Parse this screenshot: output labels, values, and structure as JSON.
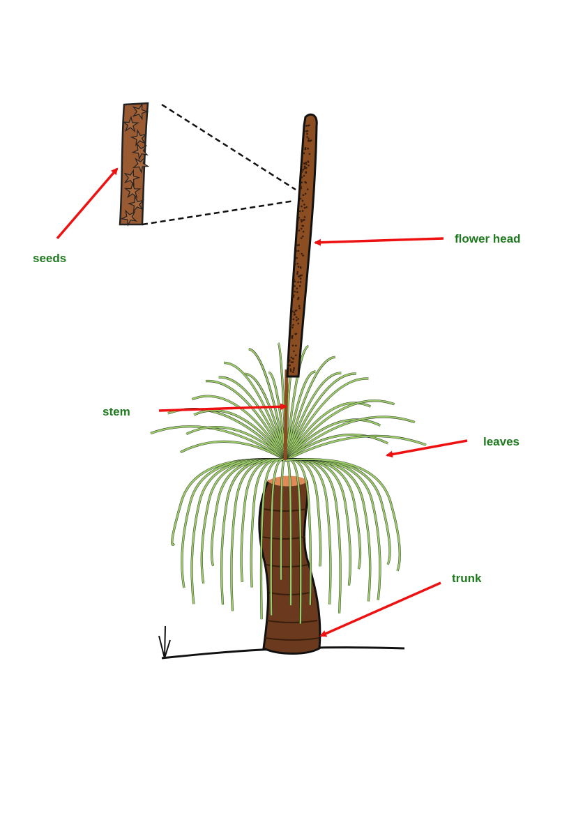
{
  "labels": {
    "seeds": "seeds",
    "flower_head": "flower head",
    "stem": "stem",
    "leaves": "leaves",
    "trunk": "trunk"
  },
  "colors": {
    "label_text": "#1f7a1f",
    "arrow": "#ee1111",
    "leaf": "#9ccc6a",
    "trunk": "#6b3a1e",
    "flower_head": "#8a4e22"
  }
}
